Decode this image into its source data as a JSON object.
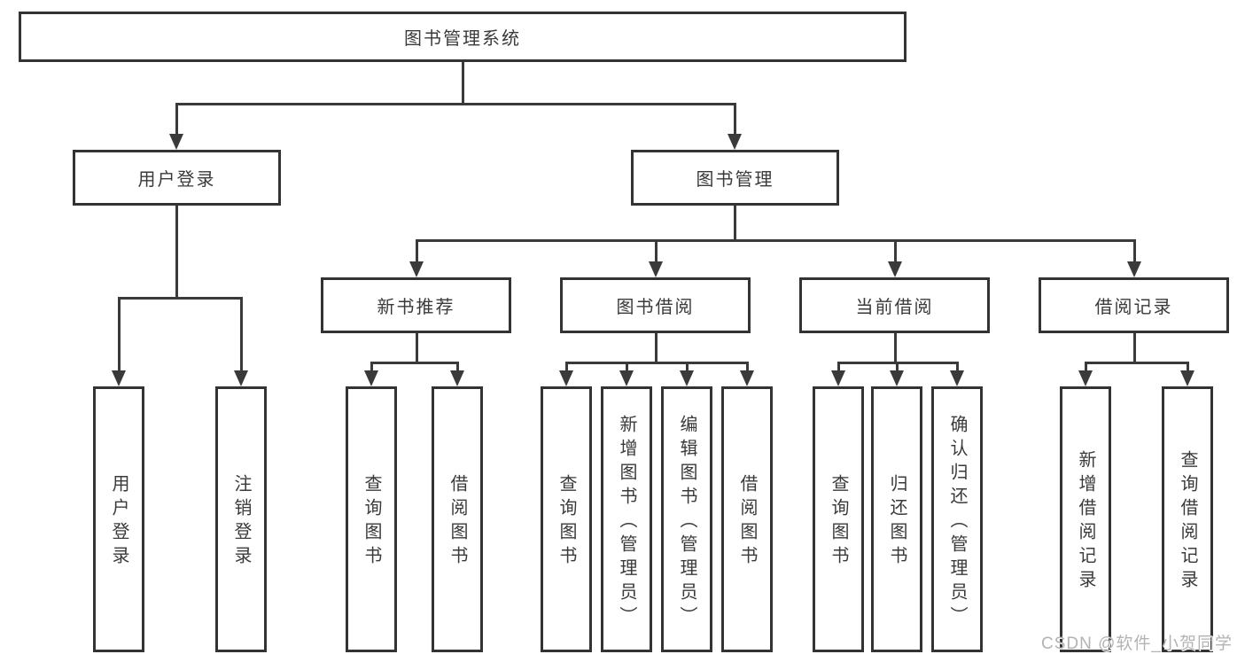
{
  "tree": {
    "label": "图书管理系统",
    "children": [
      {
        "label": "用户登录",
        "children": [
          {
            "label": "用户登录"
          },
          {
            "label": "注销登录"
          }
        ]
      },
      {
        "label": "图书管理",
        "children": [
          {
            "label": "新书推荐",
            "children": [
              {
                "label": "查询图书"
              },
              {
                "label": "借阅图书"
              }
            ]
          },
          {
            "label": "图书借阅",
            "children": [
              {
                "label": "查询图书"
              },
              {
                "label": "新增图书（管理员）"
              },
              {
                "label": "编辑图书（管理员）"
              },
              {
                "label": "借阅图书"
              }
            ]
          },
          {
            "label": "当前借阅",
            "children": [
              {
                "label": "查询图书"
              },
              {
                "label": "归还图书"
              },
              {
                "label": "确认归还（管理员）"
              }
            ]
          },
          {
            "label": "借阅记录",
            "children": [
              {
                "label": "新增借阅记录"
              },
              {
                "label": "查询借阅记录"
              }
            ]
          }
        ]
      }
    ]
  },
  "watermark": {
    "text": "CSDN @软件_小贺同学"
  },
  "colors": {
    "line": "#3a3a3a",
    "box_border": "#333333",
    "text": "#3a3a3a",
    "background": "#ffffff",
    "watermark": "#b3b3b3"
  }
}
